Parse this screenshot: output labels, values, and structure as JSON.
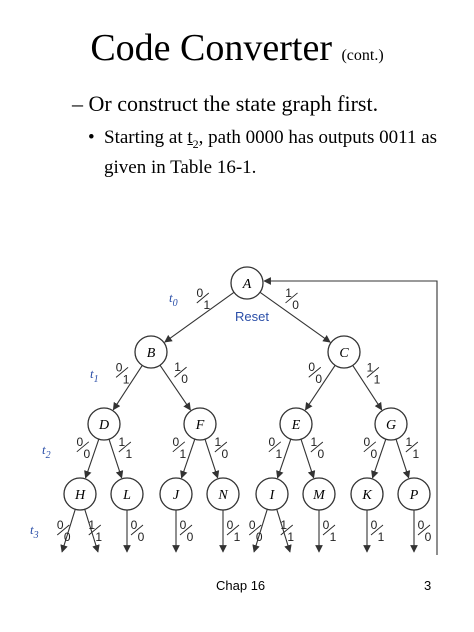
{
  "slide": {
    "title_main": "Code Converter",
    "title_sub": "(cont.)",
    "bullet1": "– Or construct the state graph first.",
    "bullet2_dot": "•",
    "bullet2_pre": "Starting at ",
    "bullet2_t": "t",
    "bullet2_tsub": "2",
    "bullet2_post": ", path 0000 has outputs 0011 as given in Table 16-1.",
    "footer_left": "Chap 16",
    "footer_right": "3"
  },
  "diagram": {
    "reset_label": "Reset",
    "time_labels": [
      {
        "t": "t",
        "sub": "0"
      },
      {
        "t": "t",
        "sub": "1"
      },
      {
        "t": "t",
        "sub": "2"
      },
      {
        "t": "t",
        "sub": "3"
      }
    ],
    "nodes": [
      "A",
      "B",
      "C",
      "D",
      "F",
      "E",
      "G",
      "H",
      "L",
      "J",
      "N",
      "I",
      "M",
      "K",
      "P"
    ],
    "edges": [
      {
        "from": "A",
        "to": "B",
        "label": "0/1"
      },
      {
        "from": "A",
        "to": "C",
        "label": "1/0"
      },
      {
        "from": "B",
        "to": "D",
        "label": "0/1"
      },
      {
        "from": "B",
        "to": "F",
        "label": "1/0"
      },
      {
        "from": "C",
        "to": "E",
        "label": "0/0"
      },
      {
        "from": "C",
        "to": "G",
        "label": "1/1"
      },
      {
        "from": "D",
        "to": "H",
        "label": "0/0"
      },
      {
        "from": "D",
        "to": "L",
        "label": "1/1"
      },
      {
        "from": "F",
        "to": "J",
        "label": "0/1"
      },
      {
        "from": "F",
        "to": "N",
        "label": "1/0"
      },
      {
        "from": "E",
        "to": "I",
        "label": "0/1"
      },
      {
        "from": "E",
        "to": "M",
        "label": "1/0"
      },
      {
        "from": "G",
        "to": "K",
        "label": "0/0"
      },
      {
        "from": "G",
        "to": "P",
        "label": "1/1"
      }
    ],
    "leaf_edges": [
      {
        "from": "H",
        "labels": [
          "0/0",
          "1/1"
        ]
      },
      {
        "from": "L",
        "labels": [
          "0/0"
        ]
      },
      {
        "from": "J",
        "labels": [
          "0/0"
        ]
      },
      {
        "from": "N",
        "labels": [
          "0/1"
        ]
      },
      {
        "from": "I",
        "labels": [
          "0/0",
          "1/1"
        ]
      },
      {
        "from": "M",
        "labels": [
          "0/1"
        ]
      },
      {
        "from": "K",
        "labels": [
          "0/1"
        ]
      },
      {
        "from": "P",
        "labels": [
          "0/0"
        ]
      }
    ]
  }
}
